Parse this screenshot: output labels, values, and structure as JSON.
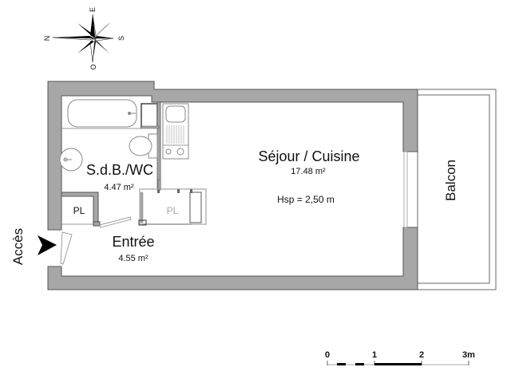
{
  "compass": {
    "north": "N",
    "east": "E",
    "south": "S",
    "west": "O",
    "icon": "compass-rose-icon"
  },
  "rooms": {
    "bathroom": {
      "name": "S.d.B./WC",
      "area": "4.47 m²"
    },
    "living": {
      "name": "Séjour / Cuisine",
      "area": "17.48 m²",
      "ceiling_height": "Hsp =  2,50 m"
    },
    "entry": {
      "name": "Entrée",
      "area": "4.55 m²"
    },
    "balcony": {
      "name": "Balcon"
    },
    "closet_1": {
      "name": "PL"
    },
    "closet_2": {
      "name": "PL"
    }
  },
  "access": {
    "label": "Accès",
    "icon": "entry-arrow-icon"
  },
  "scale_bar": {
    "ticks": [
      "0",
      "1",
      "2",
      "3m"
    ],
    "unit": "m"
  },
  "colors": {
    "wall_fill": "#a7a7a7",
    "wall_stroke": "#555555",
    "text": "#111111",
    "background": "#ffffff"
  }
}
